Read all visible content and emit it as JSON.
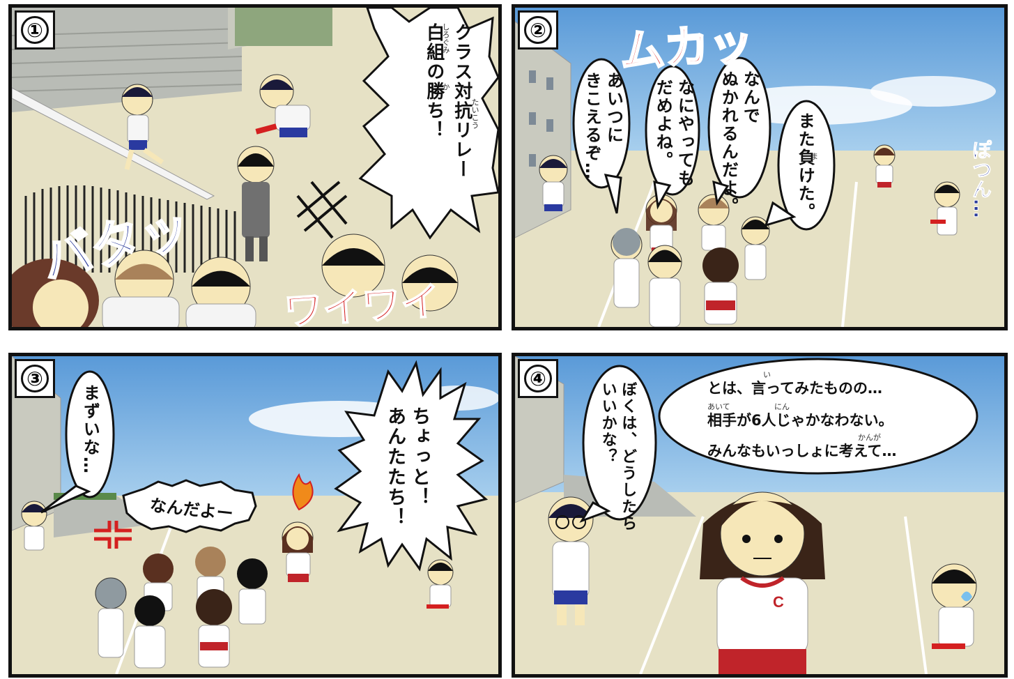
{
  "panels": [
    {
      "number": "①",
      "dialogue": [
        "クラス対抗リレー",
        "白組の勝ち！"
      ],
      "ruby": [
        "たいこう",
        "しろぐみ",
        "か"
      ],
      "sfx": [
        "バタッ",
        "ワイワイ"
      ]
    },
    {
      "number": "②",
      "dialogue": [
        "また負けた。",
        "なんで\nぬかれるんだよ。",
        "なにやっても\nだめよね。",
        "あいつに\nきこえるぞ…"
      ],
      "ruby": [
        "ま"
      ],
      "sfx": [
        "ムカッ",
        "ぽつん…"
      ]
    },
    {
      "number": "③",
      "dialogue": [
        "まずいな…",
        "なんだよー",
        "ちょっと！\nあんたたち！"
      ]
    },
    {
      "number": "④",
      "dialogue": [
        "ぼくは、どうしたら\nいいかな？",
        "とは、言ってみたものの…",
        "相手が6人じゃかなわない。",
        "みんなもいっしょに考えて…"
      ],
      "ruby": [
        "い",
        "あいて",
        "にん",
        "かんが"
      ]
    }
  ],
  "colors": {
    "border": "#111111",
    "ground": "#e8e3c8",
    "sky": "#7fb4dc",
    "sfx_red": "#d42020",
    "sfx_blue": "#2a3a9a"
  }
}
